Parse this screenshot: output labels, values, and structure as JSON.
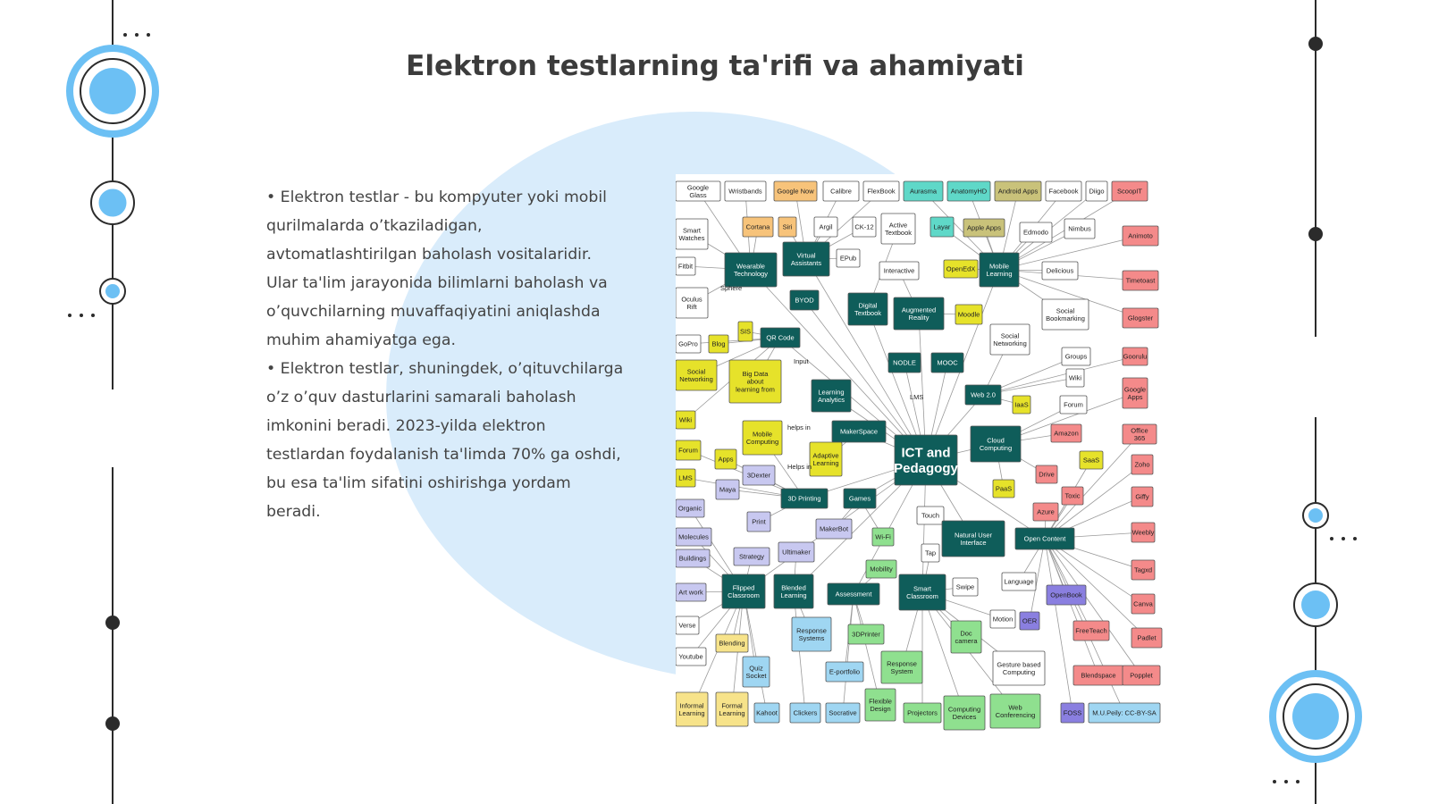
{
  "slide": {
    "title": "Elektron testlarning ta'rifi va ahamiyati",
    "paragraphs": [
      "• Elektron testlar - bu kompyuter yoki mobil qurilmalarda o’tkaziladigan, avtomatlashtirilgan baholash vositalaridir. Ular ta'lim jarayonida bilimlarni baholash va o’quvchilarning muvaffaqiyatini aniqlashda muhim ahamiyatga ega.",
      "• Elektron testlar, shuningdek, o’qituvchilarga o’z o’quv dasturlarini samarali baholash imkonini beradi. 2023-yilda elektron testlardan foydalanish ta'limda 70% ga oshdi, bu esa ta'lim sifatini oshirishga yordam beradi."
    ]
  },
  "colors": {
    "accent_blue": "#6cc0f4",
    "blob": "#d9ecfb",
    "line": "#2b2b2b",
    "title": "#3c3c3c",
    "text": "#444444"
  },
  "mindmap": {
    "center": [
      "ICT and",
      "Pedagogy"
    ],
    "nodes": [
      {
        "label": "Google Glass",
        "color": "#ffffff"
      },
      {
        "label": "Wristbands",
        "color": "#ffffff"
      },
      {
        "label": "Google Now",
        "color": "#f7c37a"
      },
      {
        "label": "Calibre",
        "color": "#ffffff"
      },
      {
        "label": "FlexBook",
        "color": "#ffffff"
      },
      {
        "label": "Aurasma",
        "color": "#5fd8c8"
      },
      {
        "label": "AnatomyHD",
        "color": "#5fd8c8"
      },
      {
        "label": "Android Apps",
        "color": "#c9c27a"
      },
      {
        "label": "Facebook",
        "color": "#ffffff"
      },
      {
        "label": "Diigo",
        "color": "#ffffff"
      },
      {
        "label": "ScoopIT",
        "color": "#f48a8a"
      },
      {
        "label": "Smart Watches",
        "color": "#ffffff"
      },
      {
        "label": "Cortana",
        "color": "#f7c37a"
      },
      {
        "label": "Siri",
        "color": "#f7c37a"
      },
      {
        "label": "Argil",
        "color": "#ffffff"
      },
      {
        "label": "CK-12",
        "color": "#ffffff"
      },
      {
        "label": "Active Textbook",
        "color": "#ffffff"
      },
      {
        "label": "Layar",
        "color": "#5fd8c8"
      },
      {
        "label": "Apple Apps",
        "color": "#c9c27a"
      },
      {
        "label": "Edmodo",
        "color": "#ffffff"
      },
      {
        "label": "Nimbus",
        "color": "#ffffff"
      },
      {
        "label": "Animoto",
        "color": "#f48a8a"
      },
      {
        "label": "Fitbit",
        "color": "#ffffff"
      },
      {
        "label": "Wearable Technology",
        "color": "#0f5d5a"
      },
      {
        "label": "Virtual Assistants",
        "color": "#0f5d5a"
      },
      {
        "label": "EPub",
        "color": "#ffffff"
      },
      {
        "label": "Interactive",
        "color": "#ffffff"
      },
      {
        "label": "OpenEdX",
        "color": "#e6e22a"
      },
      {
        "label": "Mobile Learning",
        "color": "#0f5d5a"
      },
      {
        "label": "Delicious",
        "color": "#ffffff"
      },
      {
        "label": "Timetoast",
        "color": "#f48a8a"
      },
      {
        "label": "Oculus Rift",
        "color": "#ffffff"
      },
      {
        "label": "BYOD",
        "color": "#0f5d5a"
      },
      {
        "label": "Digital Textbook",
        "color": "#0f5d5a"
      },
      {
        "label": "Augmented Reality",
        "color": "#0f5d5a"
      },
      {
        "label": "Moodle",
        "color": "#e6e22a"
      },
      {
        "label": "Social Bookmarking",
        "color": "#ffffff"
      },
      {
        "label": "Glogster",
        "color": "#f48a8a"
      },
      {
        "label": "GoPro",
        "color": "#ffffff"
      },
      {
        "label": "Blog",
        "color": "#e6e22a"
      },
      {
        "label": "SIS",
        "color": "#e6e22a"
      },
      {
        "label": "QR Code",
        "color": "#0f5d5a"
      },
      {
        "label": "Social Networking",
        "color": "#ffffff"
      },
      {
        "label": "Groups",
        "color": "#ffffff"
      },
      {
        "label": "Goorulu",
        "color": "#f48a8a"
      },
      {
        "label": "Social Networking",
        "color": "#e6e22a"
      },
      {
        "label": "Big Data about learning from",
        "color": "#e6e22a"
      },
      {
        "label": "NODLE",
        "color": "#0f5d5a"
      },
      {
        "label": "MOOC",
        "color": "#0f5d5a"
      },
      {
        "label": "Wiki",
        "color": "#ffffff"
      },
      {
        "label": "Learning Analytics",
        "color": "#0f5d5a"
      },
      {
        "label": "Web 2.0",
        "color": "#0f5d5a"
      },
      {
        "label": "IaaS",
        "color": "#e6e22a"
      },
      {
        "label": "Forum",
        "color": "#ffffff"
      },
      {
        "label": "Google Apps",
        "color": "#f48a8a"
      },
      {
        "label": "Wiki",
        "color": "#e6e22a"
      },
      {
        "label": "MakerSpace",
        "color": "#0f5d5a"
      },
      {
        "label": "Amazon",
        "color": "#f48a8a"
      },
      {
        "label": "Office 365",
        "color": "#f48a8a"
      },
      {
        "label": "Forum",
        "color": "#e6e22a"
      },
      {
        "label": "Mobile Computing",
        "color": "#e6e22a"
      },
      {
        "label": "Cloud Computing",
        "color": "#0f5d5a"
      },
      {
        "label": "SaaS",
        "color": "#e6e22a"
      },
      {
        "label": "Apps",
        "color": "#e6e22a"
      },
      {
        "label": "Adaptive Learning",
        "color": "#e6e22a"
      },
      {
        "label": "Zoho",
        "color": "#f48a8a"
      },
      {
        "label": "LMS",
        "color": "#e6e22a"
      },
      {
        "label": "3Dexter",
        "color": "#c8c8f0"
      },
      {
        "label": "Drive",
        "color": "#f48a8a"
      },
      {
        "label": "Maya",
        "color": "#c8c8f0"
      },
      {
        "label": "PaaS",
        "color": "#e6e22a"
      },
      {
        "label": "Toxic",
        "color": "#f48a8a"
      },
      {
        "label": "Giffy",
        "color": "#f48a8a"
      },
      {
        "label": "Organic",
        "color": "#c8c8f0"
      },
      {
        "label": "3D Printing",
        "color": "#0f5d5a"
      },
      {
        "label": "Games",
        "color": "#0f5d5a"
      },
      {
        "label": "Azure",
        "color": "#f48a8a"
      },
      {
        "label": "Print",
        "color": "#c8c8f0"
      },
      {
        "label": "Touch",
        "color": "#ffffff"
      },
      {
        "label": "MakerBot",
        "color": "#c8c8f0"
      },
      {
        "label": "Molecules",
        "color": "#c8c8f0"
      },
      {
        "label": "Wi-Fi",
        "color": "#8fe08f"
      },
      {
        "label": "Natural User Interface",
        "color": "#0f5d5a"
      },
      {
        "label": "Open Content",
        "color": "#0f5d5a"
      },
      {
        "label": "Weebly",
        "color": "#f48a8a"
      },
      {
        "label": "Buildings",
        "color": "#c8c8f0"
      },
      {
        "label": "Strategy",
        "color": "#c8c8f0"
      },
      {
        "label": "Ultimaker",
        "color": "#c8c8f0"
      },
      {
        "label": "Tap",
        "color": "#ffffff"
      },
      {
        "label": "Tagxd",
        "color": "#f48a8a"
      },
      {
        "label": "Art work",
        "color": "#c8c8f0"
      },
      {
        "label": "Mobility",
        "color": "#8fe08f"
      },
      {
        "label": "Language",
        "color": "#ffffff"
      },
      {
        "label": "Flipped Classroom",
        "color": "#0f5d5a"
      },
      {
        "label": "Blended Learning",
        "color": "#0f5d5a"
      },
      {
        "label": "Assessment",
        "color": "#0f5d5a"
      },
      {
        "label": "Smart Classroom",
        "color": "#0f5d5a"
      },
      {
        "label": "Swipe",
        "color": "#ffffff"
      },
      {
        "label": "OpenBook",
        "color": "#8a7fe0"
      },
      {
        "label": "Canva",
        "color": "#f48a8a"
      },
      {
        "label": "Verse",
        "color": "#ffffff"
      },
      {
        "label": "Motion",
        "color": "#ffffff"
      },
      {
        "label": "OER",
        "color": "#8a7fe0"
      },
      {
        "label": "Youtube",
        "color": "#ffffff"
      },
      {
        "label": "Blending",
        "color": "#f7e38a"
      },
      {
        "label": "Response Systems",
        "color": "#9fd6f2"
      },
      {
        "label": "3DPrinter",
        "color": "#8fe08f"
      },
      {
        "label": "Doc camera",
        "color": "#8fe08f"
      },
      {
        "label": "FreeTeach",
        "color": "#f48a8a"
      },
      {
        "label": "Padlet",
        "color": "#f48a8a"
      },
      {
        "label": "Quiz Socket",
        "color": "#9fd6f2"
      },
      {
        "label": "E-portfolio",
        "color": "#9fd6f2"
      },
      {
        "label": "Response System",
        "color": "#8fe08f"
      },
      {
        "label": "Gesture based Computing",
        "color": "#ffffff"
      },
      {
        "label": "Blendspace",
        "color": "#f48a8a"
      },
      {
        "label": "Popplet",
        "color": "#f48a8a"
      },
      {
        "label": "Informal Learning",
        "color": "#f7e38a"
      },
      {
        "label": "Formal Learning",
        "color": "#f7e38a"
      },
      {
        "label": "Kahoot",
        "color": "#9fd6f2"
      },
      {
        "label": "Clickers",
        "color": "#9fd6f2"
      },
      {
        "label": "Socrative",
        "color": "#9fd6f2"
      },
      {
        "label": "Flexible Design",
        "color": "#8fe08f"
      },
      {
        "label": "Projectors",
        "color": "#8fe08f"
      },
      {
        "label": "Computing Devices",
        "color": "#8fe08f"
      },
      {
        "label": "Web Conferencing",
        "color": "#8fe08f"
      },
      {
        "label": "FOSS",
        "color": "#8a7fe0"
      },
      {
        "label": "M.U.Peily: CC-BY-SA",
        "color": "#9fd6f2"
      }
    ],
    "edge_labels": [
      "Sphere",
      "Input",
      "LMS",
      "helps in",
      "Helps in"
    ]
  }
}
